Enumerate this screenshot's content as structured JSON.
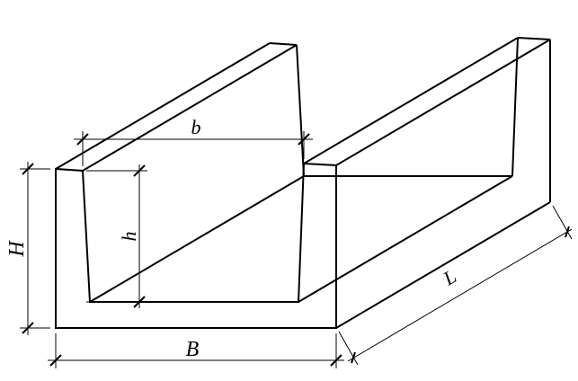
{
  "figure": {
    "dimensions": {
      "inner_width": {
        "label": "b"
      },
      "inner_height": {
        "label": "h"
      },
      "outer_height": {
        "label": "H"
      },
      "outer_width": {
        "label": "B"
      },
      "length": {
        "label": "L"
      }
    },
    "colors": {
      "line": "#000000",
      "background": "#ffffff"
    }
  }
}
